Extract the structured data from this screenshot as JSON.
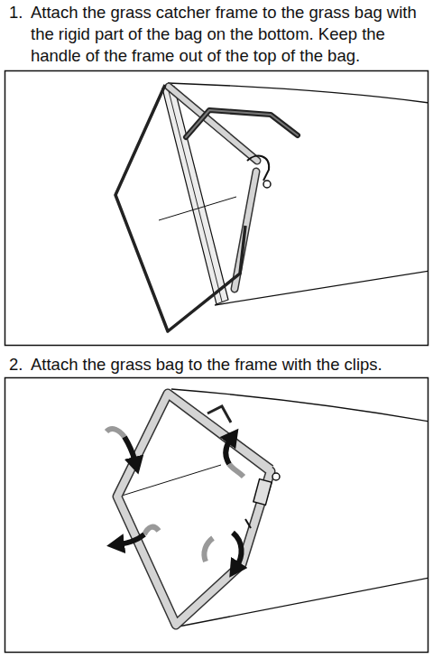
{
  "diagram": {
    "labels": [
      "1.",
      "Attach the grass catcher frame to the grass bag with the rigid part of the bag on the bottom. Keep the handle of the frame out of the top of the bag.",
      "2.",
      "Attach the grass bag to the frame with the clips."
    ]
  }
}
